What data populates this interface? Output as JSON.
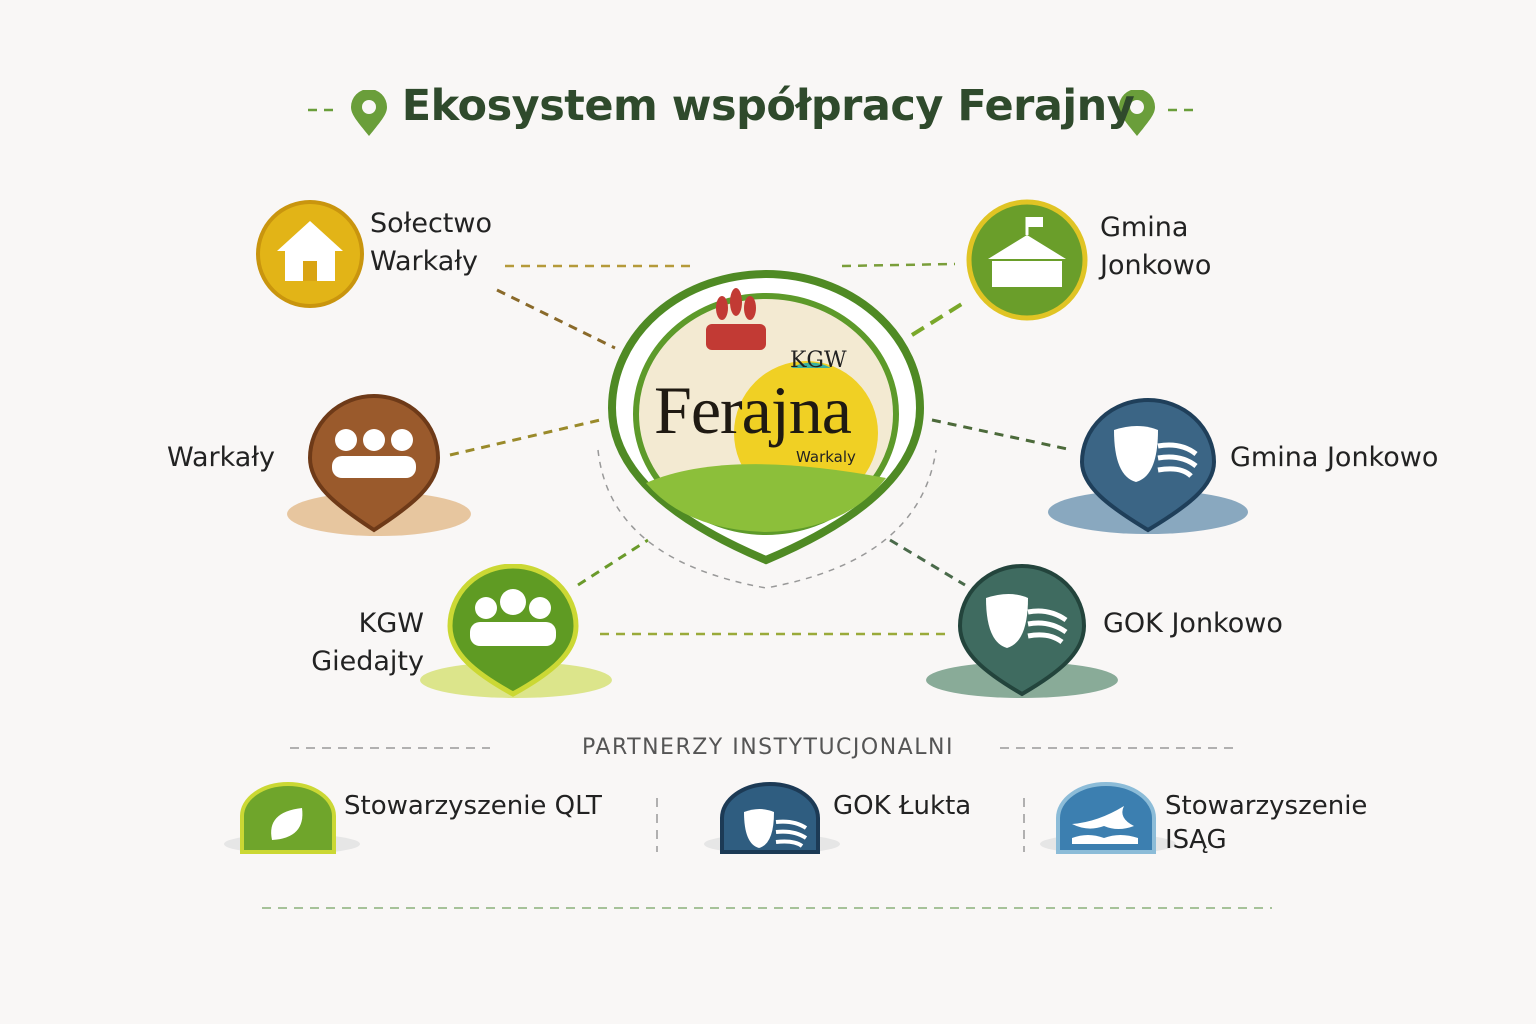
{
  "title": "Ekosystem współpracy Ferajny",
  "center_logo": {
    "line1": "KGW",
    "line2": "Ferajna",
    "line3": "Warkaly"
  },
  "nodes": [
    {
      "label_1": "Sołectwo",
      "label_2": "Warkały",
      "icon": "house-icon",
      "color": "#e2b417"
    },
    {
      "label_1": "Gmina",
      "label_2": "Jonkowo",
      "icon": "town-hall-icon",
      "color": "#6a9e2a"
    },
    {
      "label_1": "Warkały",
      "icon": "people-icon",
      "color": "#9a5a2c"
    },
    {
      "label_1": "Gmina Jonkowo",
      "icon": "theater-masks-icon",
      "color": "#3b6585"
    },
    {
      "label_1": "KGW",
      "label_2": "Giedajty",
      "icon": "people-icon",
      "color": "#5f9b23"
    },
    {
      "label_1": "GOK Jonkowo",
      "icon": "theater-masks-icon",
      "color": "#3f6b60"
    }
  ],
  "partners": {
    "heading": "PARTNERZY INSTYTUCJONALNI",
    "items": [
      {
        "label_1": "Stowarzyszenie QLT",
        "icon": "leaf-icon",
        "color": "#6fa52b"
      },
      {
        "label_1": "GOK Łukta",
        "icon": "theater-masks-icon",
        "color": "#2f5d80"
      },
      {
        "label_1": "Stowarzyszenie",
        "label_2": "ISĄG",
        "icon": "wave-icon",
        "color": "#3c7fb0"
      }
    ]
  }
}
